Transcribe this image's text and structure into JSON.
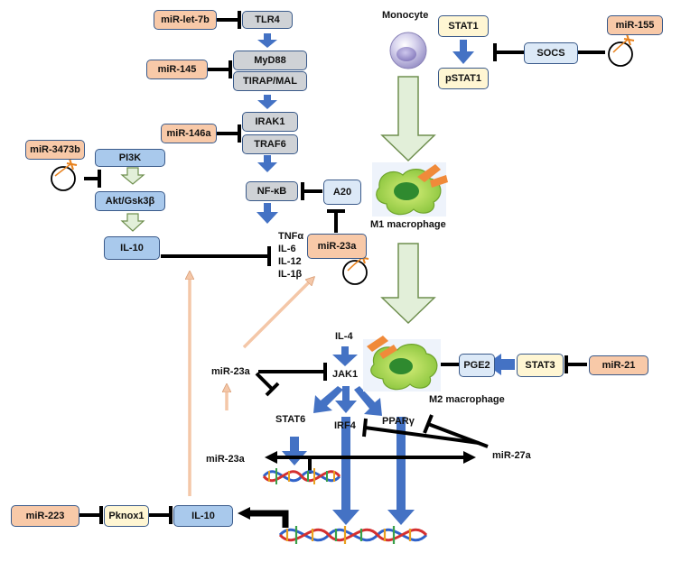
{
  "nodes": {
    "mir_let7b": "miR-let-7b",
    "tlr4": "TLR4",
    "mir145": "miR-145",
    "myd88": "MyD88",
    "tirap": "TIRAP/MAL",
    "mir146a": "miR-146a",
    "irak1": "IRAK1",
    "traf6": "TRAF6",
    "nfkb": "NF-κB",
    "a20": "A20",
    "mir3473b": "miR-3473b",
    "pi3k": "PI3K",
    "akt": "Akt/Gsk3β",
    "il10_top": "IL-10",
    "cytokines": [
      "TNFα",
      "IL-6",
      "IL-12",
      "IL-1β"
    ],
    "mir23a_box": "miR-23a",
    "monocyte": "Monocyte",
    "m1": "M1 macrophage",
    "stat1": "STAT1",
    "pstat1": "pSTAT1",
    "socs": "SOCS",
    "mir155": "miR-155",
    "il4": "IL-4",
    "jak1": "JAK1",
    "mir23a_mid": "miR-23a",
    "stat6": "STAT6",
    "irf4": "IRF4",
    "ppar": "PPARγ",
    "pge2": "PGE2",
    "stat3": "STAT3",
    "mir21": "miR-21",
    "m2": "M2 macrophage",
    "mir27a": "miR-27a",
    "mir23a_low": "miR-23a",
    "mir223": "miR-223",
    "pknox1": "Pknox1",
    "il10_bottom": "IL-10"
  },
  "colors": {
    "mirna": "#f8c9a8",
    "adapter": "#cfd2d6",
    "signal": "#a9c9ec",
    "stat": "#fff6d3",
    "socs": "#dce9f7",
    "arrow_blue": "#4472c4",
    "arrow_peach": "#f4c7a8",
    "arrow_green_fill": "#e2efd9",
    "arrow_green_stroke": "#6f8f4f",
    "inhibit": "#000000"
  }
}
